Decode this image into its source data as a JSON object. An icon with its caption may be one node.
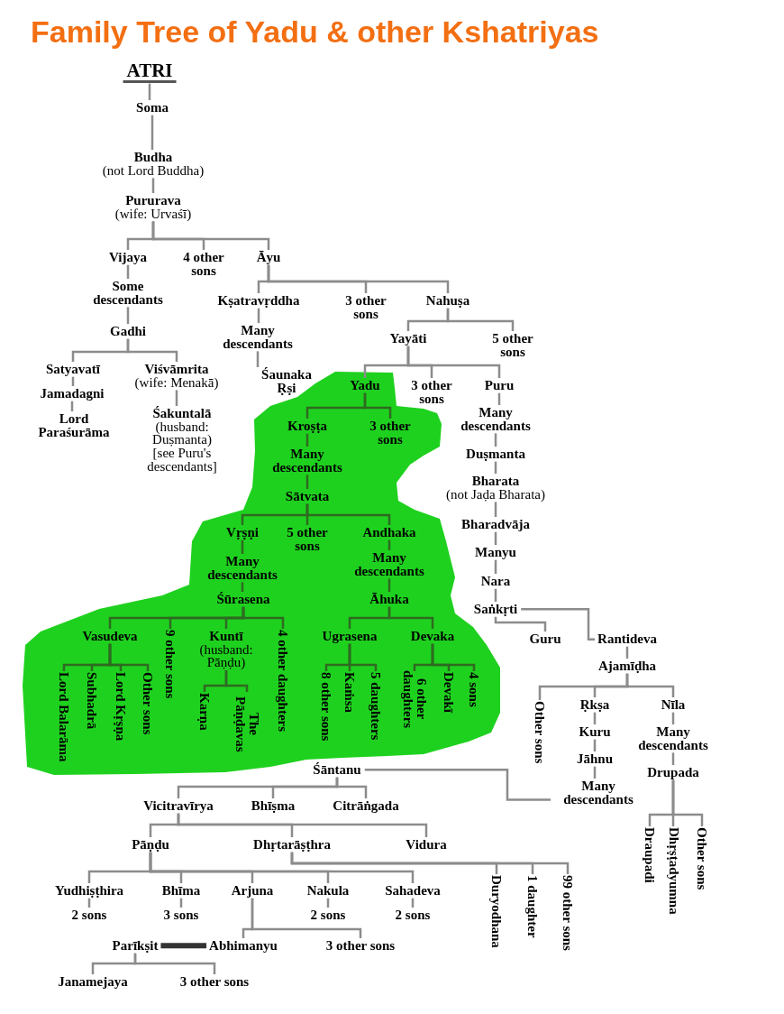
{
  "diagram": {
    "title": "Family Tree of Yadu & other Kshatriyas",
    "nodes": [
      {
        "text": [
          "ATRI"
        ]
      },
      {
        "text": [
          "Soma"
        ]
      },
      {
        "text": [
          "Budha",
          "(not Lord Buddha)"
        ]
      },
      {
        "text": [
          "Pururava",
          "(wife: Urvaśī)"
        ]
      },
      {
        "text": [
          "Vijaya"
        ]
      },
      {
        "text": [
          "4 other sons"
        ]
      },
      {
        "text": [
          "Āyu"
        ]
      },
      {
        "text": [
          "Some descendants"
        ]
      },
      {
        "text": [
          "Kṣatravṛddha"
        ]
      },
      {
        "text": [
          "3 other sons"
        ]
      },
      {
        "text": [
          "Nahuṣa"
        ]
      },
      {
        "text": [
          "Gadhi"
        ]
      },
      {
        "text": [
          "Many descendants"
        ]
      },
      {
        "text": [
          "Yayāti"
        ]
      },
      {
        "text": [
          "5 other sons"
        ]
      },
      {
        "text": [
          "Satyavatī"
        ]
      },
      {
        "text": [
          "Viśvāmrita",
          "(wife: Menakā)"
        ]
      },
      {
        "text": [
          "Śaunaka Ṛṣi"
        ]
      },
      {
        "text": [],
        "shape": "blob"
      },
      {
        "text": [
          "Yadu"
        ],
        "in": 18
      },
      {
        "text": [
          "3 other sons"
        ]
      },
      {
        "text": [
          "Puru"
        ]
      },
      {
        "text": [
          "Jamadagni"
        ]
      },
      {
        "text": [
          "Lord Paraśurāma"
        ]
      },
      {
        "text": [
          "Śakuntalā",
          "(husband: Duṣmanta)",
          "[see Puru's descendants]"
        ]
      },
      {
        "text": [
          "Kroṣṭa"
        ],
        "in": 18
      },
      {
        "text": [
          "3 other sons"
        ],
        "in": 18
      },
      {
        "text": [
          "Many descendants"
        ]
      },
      {
        "text": [
          "Many descendants"
        ],
        "in": 18
      },
      {
        "text": [
          "Duṣmanta"
        ]
      },
      {
        "text": [
          "Sātvata"
        ],
        "in": 18
      },
      {
        "text": [
          "Bharata",
          "(not Jaḍa Bharata)"
        ]
      },
      {
        "text": [
          "Vṛṣṇi"
        ],
        "in": 18
      },
      {
        "text": [
          "5 other sons"
        ],
        "in": 18
      },
      {
        "text": [
          "Andhaka"
        ],
        "in": 18
      },
      {
        "text": [
          "Bharadvāja"
        ]
      },
      {
        "text": [
          "Many descendants"
        ],
        "in": 18
      },
      {
        "text": [
          "Many descendants"
        ],
        "in": 18
      },
      {
        "text": [
          "Manyu"
        ]
      },
      {
        "text": [
          "Nara"
        ]
      },
      {
        "text": [
          "Śūrasena"
        ],
        "in": 18
      },
      {
        "text": [
          "Āhuka"
        ],
        "in": 18
      },
      {
        "text": [
          "Saṅkṛti"
        ]
      },
      {
        "text": [
          "Vasudeva"
        ],
        "in": 18
      },
      {
        "text": [
          "9 other sons"
        ],
        "in": 18
      },
      {
        "text": [
          "Kuntī",
          "(husband: Pāṇḍu)"
        ],
        "in": 18
      },
      {
        "text": [
          "4 other daughters"
        ],
        "in": 18
      },
      {
        "text": [
          "Ugrasena"
        ],
        "in": 18
      },
      {
        "text": [
          "Devaka"
        ],
        "in": 18
      },
      {
        "text": [
          "Guru"
        ]
      },
      {
        "text": [
          "Rantideva"
        ]
      },
      {
        "text": [
          "Lord Balarāma"
        ],
        "in": 18
      },
      {
        "text": [
          "Subhadrā"
        ],
        "in": 18
      },
      {
        "text": [
          "Lord Kṛṣṇa"
        ],
        "in": 18
      },
      {
        "text": [
          "Other sons"
        ],
        "in": 18
      },
      {
        "text": [
          "Karṇa"
        ],
        "in": 18
      },
      {
        "text": [
          "The Pāṇḍavas"
        ],
        "in": 18
      },
      {
        "text": [
          "8 other sons"
        ],
        "in": 18
      },
      {
        "text": [
          "Kaṁsa"
        ],
        "in": 18
      },
      {
        "text": [
          "5 daughters"
        ],
        "in": 18
      },
      {
        "text": [
          "6 other daughters"
        ],
        "in": 18
      },
      {
        "text": [
          "Devakī"
        ],
        "in": 18
      },
      {
        "text": [
          "4 sons"
        ],
        "in": 18
      },
      {
        "text": [
          "Ajamīḍha"
        ]
      },
      {
        "text": [
          "Other sons"
        ]
      },
      {
        "text": [
          "Ṛkṣa"
        ]
      },
      {
        "text": [
          "Nīla"
        ]
      },
      {
        "text": [
          "Kuru"
        ]
      },
      {
        "text": [
          "Many descendants"
        ]
      },
      {
        "text": [
          "Jāhnu"
        ]
      },
      {
        "text": [
          "Drupada"
        ]
      },
      {
        "text": [
          "Many descendants"
        ]
      },
      {
        "text": [
          "Śāntanu"
        ]
      },
      {
        "text": [
          "Vicitravīrya"
        ]
      },
      {
        "text": [
          "Bhīṣma"
        ]
      },
      {
        "text": [
          "Citrāṅgada"
        ]
      },
      {
        "text": [
          "Pāṇḍu"
        ]
      },
      {
        "text": [
          "Dhṛtarāṣṭhra"
        ]
      },
      {
        "text": [
          "Vidura"
        ]
      },
      {
        "text": [
          "Draupadi"
        ]
      },
      {
        "text": [
          "Dhṛṣṭadyumna"
        ]
      },
      {
        "text": [
          "Other sons"
        ]
      },
      {
        "text": [
          "Yudhiṣṭhira"
        ]
      },
      {
        "text": [
          "2 sons"
        ]
      },
      {
        "text": [
          "Bhīma"
        ]
      },
      {
        "text": [
          "3 sons"
        ]
      },
      {
        "text": [
          "Arjuna"
        ]
      },
      {
        "text": [
          "Nakula"
        ]
      },
      {
        "text": [
          "2 sons"
        ]
      },
      {
        "text": [
          "Sahadeva"
        ]
      },
      {
        "text": [
          "2 sons"
        ]
      },
      {
        "text": [
          "Duryodhana"
        ]
      },
      {
        "text": [
          "1 daughter"
        ]
      },
      {
        "text": [
          "99 other sons"
        ]
      },
      {
        "text": [
          "Parīkṣit"
        ]
      },
      {
        "text": [
          "Abhimanyu"
        ]
      },
      {
        "text": [
          "3 other sons"
        ]
      },
      {
        "text": [
          "Janamejaya"
        ]
      },
      {
        "text": [
          "3 other sons"
        ]
      }
    ],
    "edges": [
      {
        "from": 0,
        "to": 1,
        "arrow": "none"
      },
      {
        "from": 1,
        "to": 2,
        "arrow": "none"
      },
      {
        "from": 2,
        "to": 3,
        "arrow": "none"
      },
      {
        "from": 3,
        "to": 4,
        "arrow": "none"
      },
      {
        "from": 3,
        "to": 5,
        "arrow": "none"
      },
      {
        "from": 3,
        "to": 6,
        "arrow": "none"
      },
      {
        "from": 4,
        "to": 7,
        "arrow": "none"
      },
      {
        "from": 7,
        "to": 11,
        "arrow": "none"
      },
      {
        "from": 11,
        "to": 15,
        "arrow": "none"
      },
      {
        "from": 11,
        "to": 16,
        "arrow": "none"
      },
      {
        "from": 15,
        "to": 22,
        "arrow": "none"
      },
      {
        "from": 22,
        "to": 23,
        "arrow": "none"
      },
      {
        "from": 16,
        "to": 24,
        "arrow": "none"
      },
      {
        "from": 6,
        "to": 8,
        "arrow": "none"
      },
      {
        "from": 6,
        "to": 9,
        "arrow": "none"
      },
      {
        "from": 6,
        "to": 10,
        "arrow": "none"
      },
      {
        "from": 8,
        "to": 12,
        "arrow": "none"
      },
      {
        "from": 12,
        "to": 17,
        "arrow": "none"
      },
      {
        "from": 10,
        "to": 13,
        "arrow": "none"
      },
      {
        "from": 10,
        "to": 14,
        "arrow": "none"
      },
      {
        "from": 13,
        "to": 19,
        "arrow": "none"
      },
      {
        "from": 13,
        "to": 20,
        "arrow": "none"
      },
      {
        "from": 13,
        "to": 21,
        "arrow": "none"
      },
      {
        "from": 19,
        "to": 25,
        "arrow": "none",
        "color": "#2f6a21"
      },
      {
        "from": 19,
        "to": 26,
        "arrow": "none",
        "color": "#2f6a21"
      },
      {
        "from": 25,
        "to": 28,
        "arrow": "none",
        "color": "#2f6a21"
      },
      {
        "from": 28,
        "to": 30,
        "arrow": "none",
        "color": "#2f6a21"
      },
      {
        "from": 30,
        "to": 32,
        "arrow": "none",
        "color": "#2f6a21"
      },
      {
        "from": 30,
        "to": 33,
        "arrow": "none",
        "color": "#2f6a21"
      },
      {
        "from": 30,
        "to": 34,
        "arrow": "none",
        "color": "#2f6a21"
      },
      {
        "from": 32,
        "to": 36,
        "arrow": "none",
        "color": "#2f6a21"
      },
      {
        "from": 36,
        "to": 40,
        "arrow": "none",
        "color": "#2f6a21"
      },
      {
        "from": 34,
        "to": 37,
        "arrow": "none",
        "color": "#2f6a21"
      },
      {
        "from": 37,
        "to": 41,
        "arrow": "none",
        "color": "#2f6a21"
      },
      {
        "from": 40,
        "to": 43,
        "arrow": "none",
        "color": "#2f6a21"
      },
      {
        "from": 40,
        "to": 44,
        "arrow": "none",
        "color": "#2f6a21"
      },
      {
        "from": 40,
        "to": 45,
        "arrow": "none",
        "color": "#2f6a21"
      },
      {
        "from": 40,
        "to": 46,
        "arrow": "none",
        "color": "#2f6a21"
      },
      {
        "from": 43,
        "to": 51,
        "arrow": "none",
        "color": "#2f6a21"
      },
      {
        "from": 43,
        "to": 52,
        "arrow": "none",
        "color": "#2f6a21"
      },
      {
        "from": 43,
        "to": 53,
        "arrow": "none",
        "color": "#2f6a21"
      },
      {
        "from": 43,
        "to": 54,
        "arrow": "none",
        "color": "#2f6a21"
      },
      {
        "from": 45,
        "to": 55,
        "arrow": "none",
        "color": "#2f6a21"
      },
      {
        "from": 45,
        "to": 56,
        "arrow": "none",
        "color": "#2f6a21"
      },
      {
        "from": 41,
        "to": 47,
        "arrow": "none",
        "color": "#2f6a21"
      },
      {
        "from": 41,
        "to": 48,
        "arrow": "none",
        "color": "#2f6a21"
      },
      {
        "from": 47,
        "to": 57,
        "arrow": "none",
        "color": "#2f6a21"
      },
      {
        "from": 47,
        "to": 58,
        "arrow": "none",
        "color": "#2f6a21"
      },
      {
        "from": 47,
        "to": 59,
        "arrow": "none",
        "color": "#2f6a21"
      },
      {
        "from": 48,
        "to": 60,
        "arrow": "none",
        "color": "#2f6a21"
      },
      {
        "from": 48,
        "to": 61,
        "arrow": "none",
        "color": "#2f6a21"
      },
      {
        "from": 48,
        "to": 62,
        "arrow": "none",
        "color": "#2f6a21"
      },
      {
        "from": 21,
        "to": 27,
        "arrow": "none"
      },
      {
        "from": 27,
        "to": 29,
        "arrow": "none"
      },
      {
        "from": 29,
        "to": 31,
        "arrow": "none"
      },
      {
        "from": 31,
        "to": 35,
        "arrow": "none"
      },
      {
        "from": 35,
        "to": 38,
        "arrow": "none"
      },
      {
        "from": 38,
        "to": 39,
        "arrow": "none"
      },
      {
        "from": 39,
        "to": 42,
        "arrow": "none"
      },
      {
        "from": 42,
        "to": 49,
        "arrow": "none"
      },
      {
        "from": 42,
        "to": 50,
        "arrow": "none"
      },
      {
        "from": 50,
        "to": 63,
        "arrow": "none"
      },
      {
        "from": 63,
        "to": 64,
        "arrow": "none"
      },
      {
        "from": 63,
        "to": 65,
        "arrow": "none"
      },
      {
        "from": 63,
        "to": 66,
        "arrow": "none"
      },
      {
        "from": 65,
        "to": 67,
        "arrow": "none"
      },
      {
        "from": 67,
        "to": 69,
        "arrow": "none"
      },
      {
        "from": 69,
        "to": 71,
        "arrow": "none"
      },
      {
        "from": 66,
        "to": 68,
        "arrow": "none"
      },
      {
        "from": 68,
        "to": 70,
        "arrow": "none"
      },
      {
        "from": 70,
        "to": 79,
        "arrow": "none"
      },
      {
        "from": 70,
        "to": 80,
        "arrow": "none"
      },
      {
        "from": 70,
        "to": 81,
        "arrow": "none"
      },
      {
        "from": 72,
        "to": 71,
        "arrow": "none"
      },
      {
        "from": 72,
        "to": 73,
        "arrow": "none"
      },
      {
        "from": 72,
        "to": 74,
        "arrow": "none"
      },
      {
        "from": 72,
        "to": 75,
        "arrow": "none"
      },
      {
        "from": 73,
        "to": 76,
        "arrow": "none"
      },
      {
        "from": 73,
        "to": 77,
        "arrow": "none"
      },
      {
        "from": 73,
        "to": 78,
        "arrow": "none"
      },
      {
        "from": 77,
        "to": 91,
        "arrow": "none"
      },
      {
        "from": 77,
        "to": 92,
        "arrow": "none"
      },
      {
        "from": 77,
        "to": 93,
        "arrow": "none"
      },
      {
        "from": 76,
        "to": 82,
        "arrow": "none"
      },
      {
        "from": 76,
        "to": 84,
        "arrow": "none"
      },
      {
        "from": 76,
        "to": 86,
        "arrow": "none"
      },
      {
        "from": 76,
        "to": 87,
        "arrow": "none"
      },
      {
        "from": 76,
        "to": 89,
        "arrow": "none"
      },
      {
        "from": 82,
        "to": 83,
        "arrow": "none"
      },
      {
        "from": 84,
        "to": 85,
        "arrow": "none"
      },
      {
        "from": 87,
        "to": 88,
        "arrow": "none"
      },
      {
        "from": 89,
        "to": 90,
        "arrow": "none"
      },
      {
        "from": 86,
        "to": 95,
        "arrow": "none"
      },
      {
        "from": 86,
        "to": 96,
        "arrow": "none"
      },
      {
        "from": 95,
        "to": 94,
        "arrow": "none",
        "style": "thick",
        "color": "#333333"
      },
      {
        "from": 94,
        "to": 97,
        "arrow": "none"
      },
      {
        "from": 94,
        "to": 98,
        "arrow": "none"
      }
    ]
  }
}
